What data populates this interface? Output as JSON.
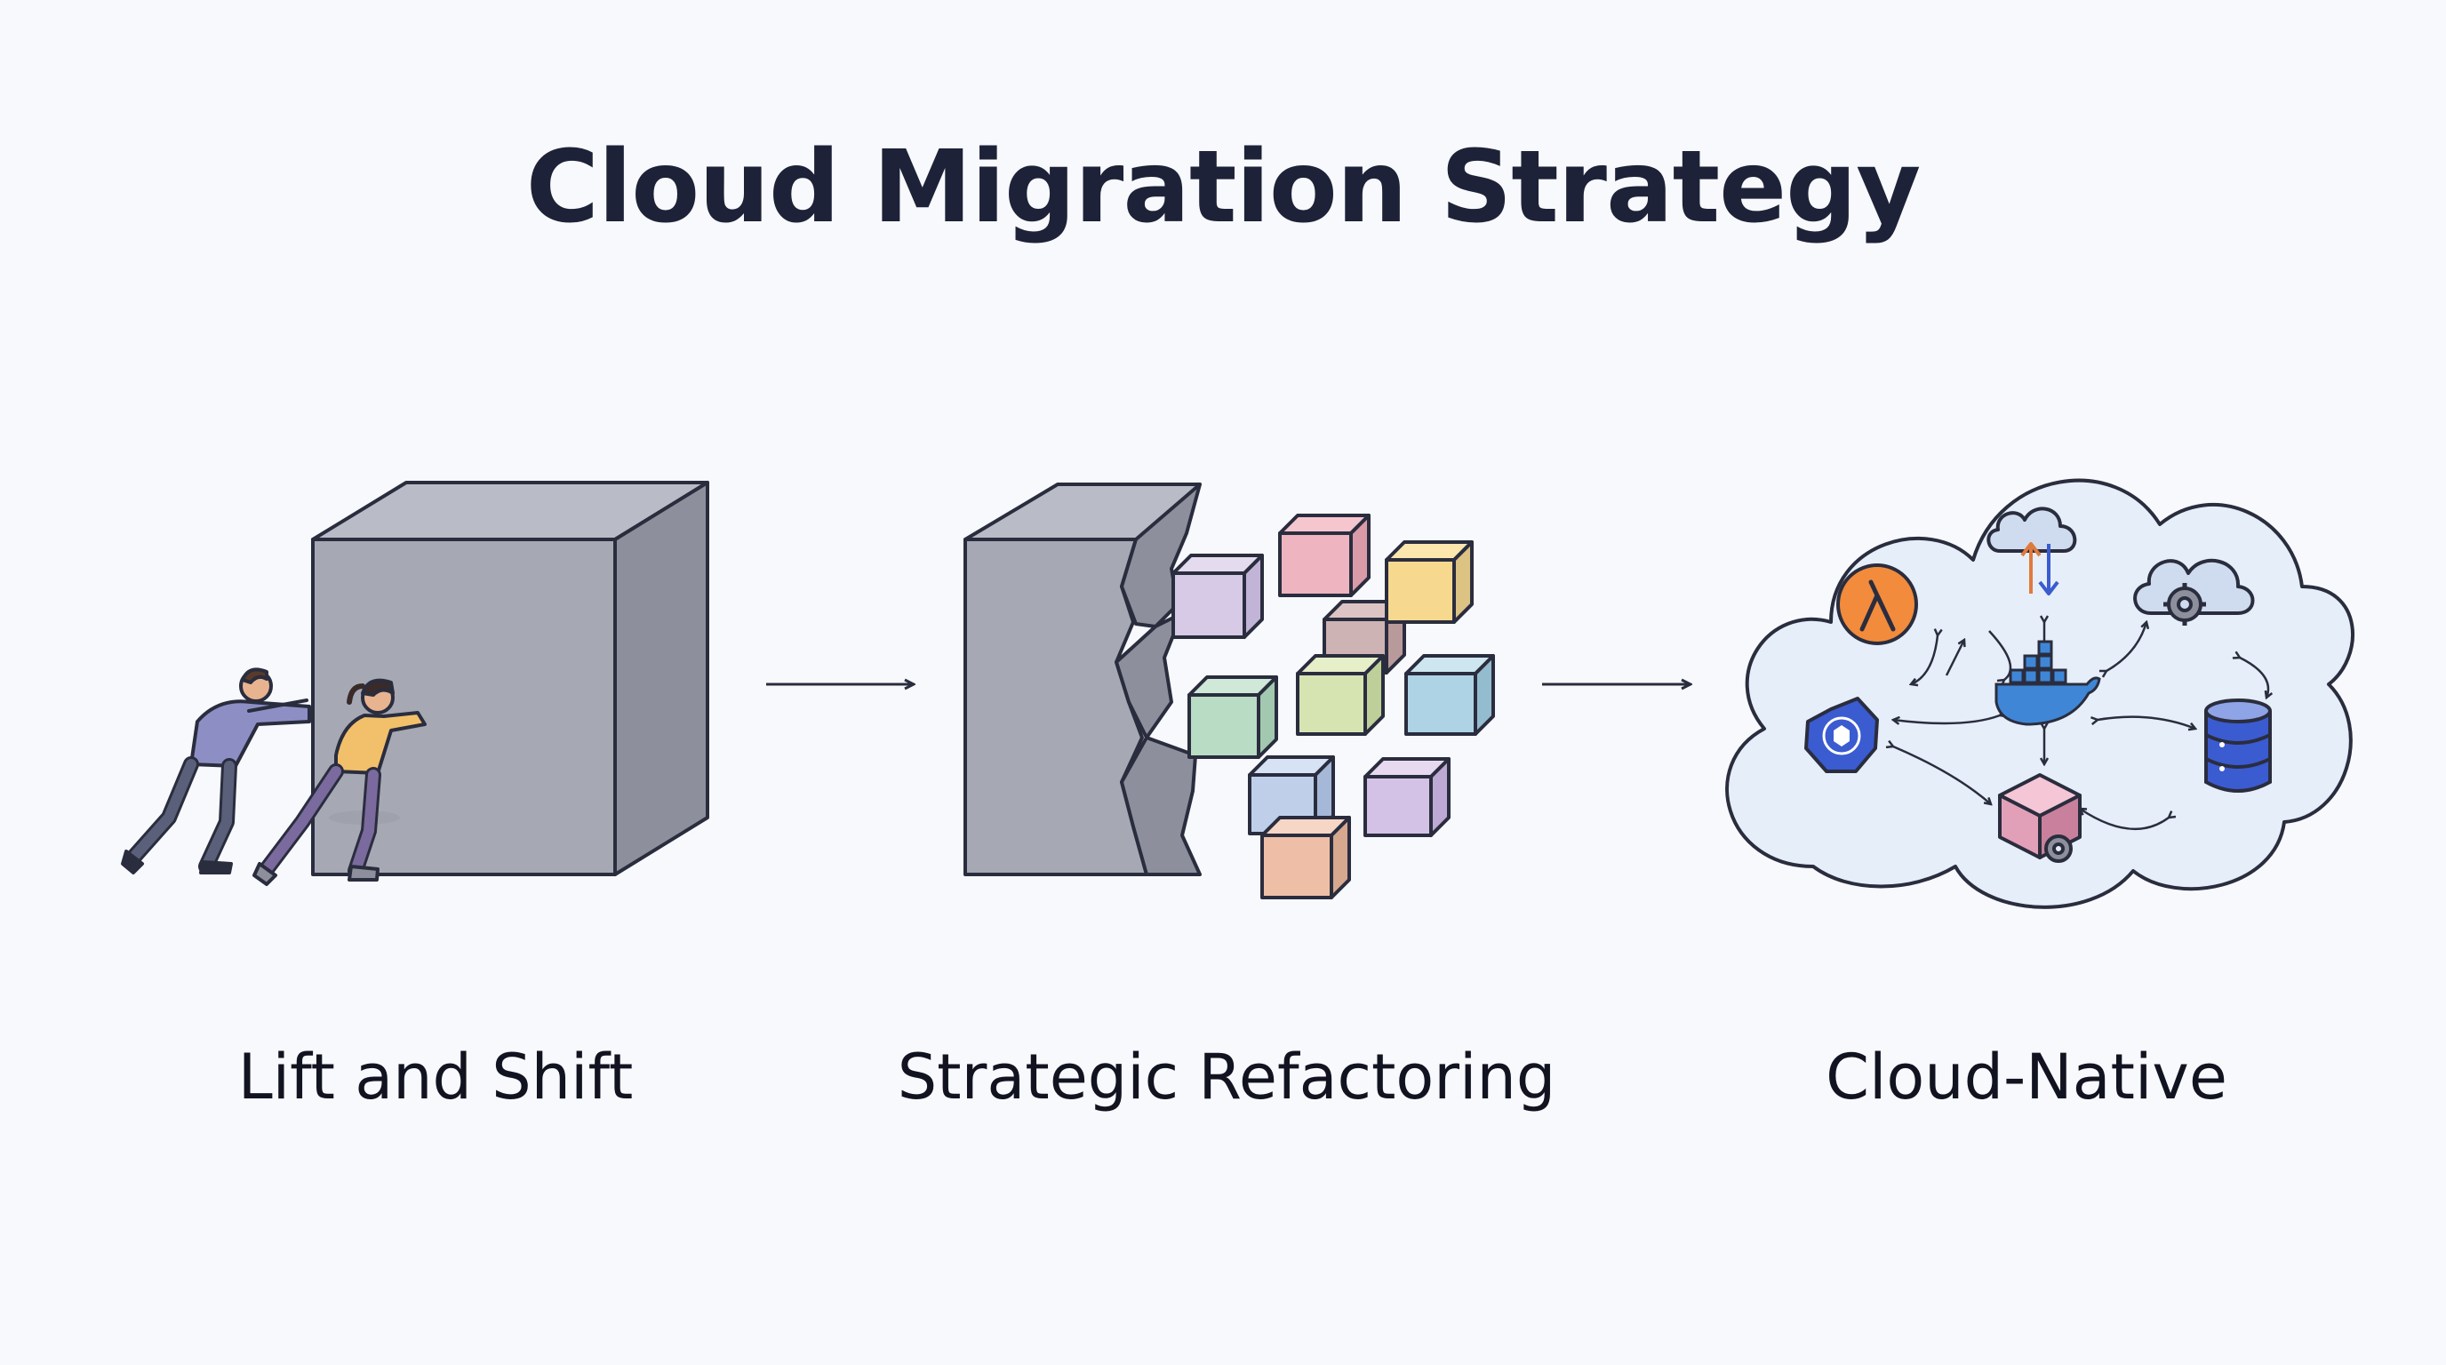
{
  "title": "Cloud Migration Strategy",
  "stages": [
    {
      "label": "Lift and Shift"
    },
    {
      "label": "Strategic Refactoring"
    },
    {
      "label": "Cloud-Native"
    }
  ],
  "cloud_icons": [
    "lambda-icon",
    "cloud-transfer-icon",
    "cloud-gear-icon",
    "kubernetes-icon",
    "docker-icon",
    "database-icon",
    "container-cube-icon"
  ],
  "colors": {
    "title": "#1d2238",
    "monolith": "#a6a9b4",
    "outline": "#2a2d3e",
    "cloud_fill": "#e6eef9",
    "lambda": "#f28b3c",
    "kubernetes": "#3b5bd0"
  }
}
